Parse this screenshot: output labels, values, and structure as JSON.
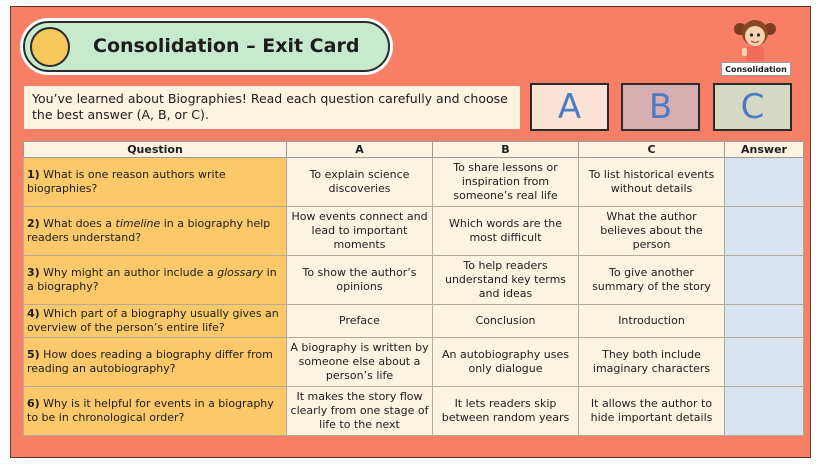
{
  "header": {
    "title": "Consolidation – Exit Card",
    "badge_label": "Consolidation"
  },
  "instructions": "You’ve learned about Biographies! Read each question carefully and choose the best answer (A, B, or C).",
  "choices": [
    "A",
    "B",
    "C"
  ],
  "table": {
    "headers": [
      "Question",
      "A",
      "B",
      "C",
      "Answer"
    ],
    "rows": [
      {
        "num": "1)",
        "q_before": " What is one reason authors write biographies?",
        "q_italic": "",
        "q_after": "",
        "a": "To explain science discoveries",
        "b": "To share lessons or inspiration from someone’s real life",
        "c": "To list historical events without details",
        "answer": ""
      },
      {
        "num": "2)",
        "q_before": " What does a ",
        "q_italic": "timeline",
        "q_after": " in a biography help readers understand?",
        "a": "How events connect and lead to important moments",
        "b": "Which words are the most difficult",
        "c": "What the author believes about the person",
        "answer": ""
      },
      {
        "num": "3)",
        "q_before": " Why might an author include a ",
        "q_italic": "glossary",
        "q_after": " in a biography?",
        "a": "To show the author’s opinions",
        "b": "To help readers understand key terms and ideas",
        "c": "To give another summary of the story",
        "answer": ""
      },
      {
        "num": "4)",
        "q_before": " Which part of a biography usually gives an overview of the person’s entire life?",
        "q_italic": "",
        "q_after": "",
        "a": "Preface",
        "b": "Conclusion",
        "c": "Introduction",
        "answer": ""
      },
      {
        "num": "5)",
        "q_before": " How does reading a biography differ from reading an autobiography?",
        "q_italic": "",
        "q_after": "",
        "a": "A biography is written by someone else about a person’s life",
        "b": "An autobiography uses only dialogue",
        "c": "They both include imaginary characters",
        "answer": ""
      },
      {
        "num": "6)",
        "q_before": " Why is it helpful for events in a biography to be in chronological order?",
        "q_italic": "",
        "q_after": "",
        "a": "It makes the story flow clearly from one stage of life to the next",
        "b": "It lets readers skip between random years",
        "c": "It allows the author to hide important details",
        "answer": ""
      }
    ]
  }
}
